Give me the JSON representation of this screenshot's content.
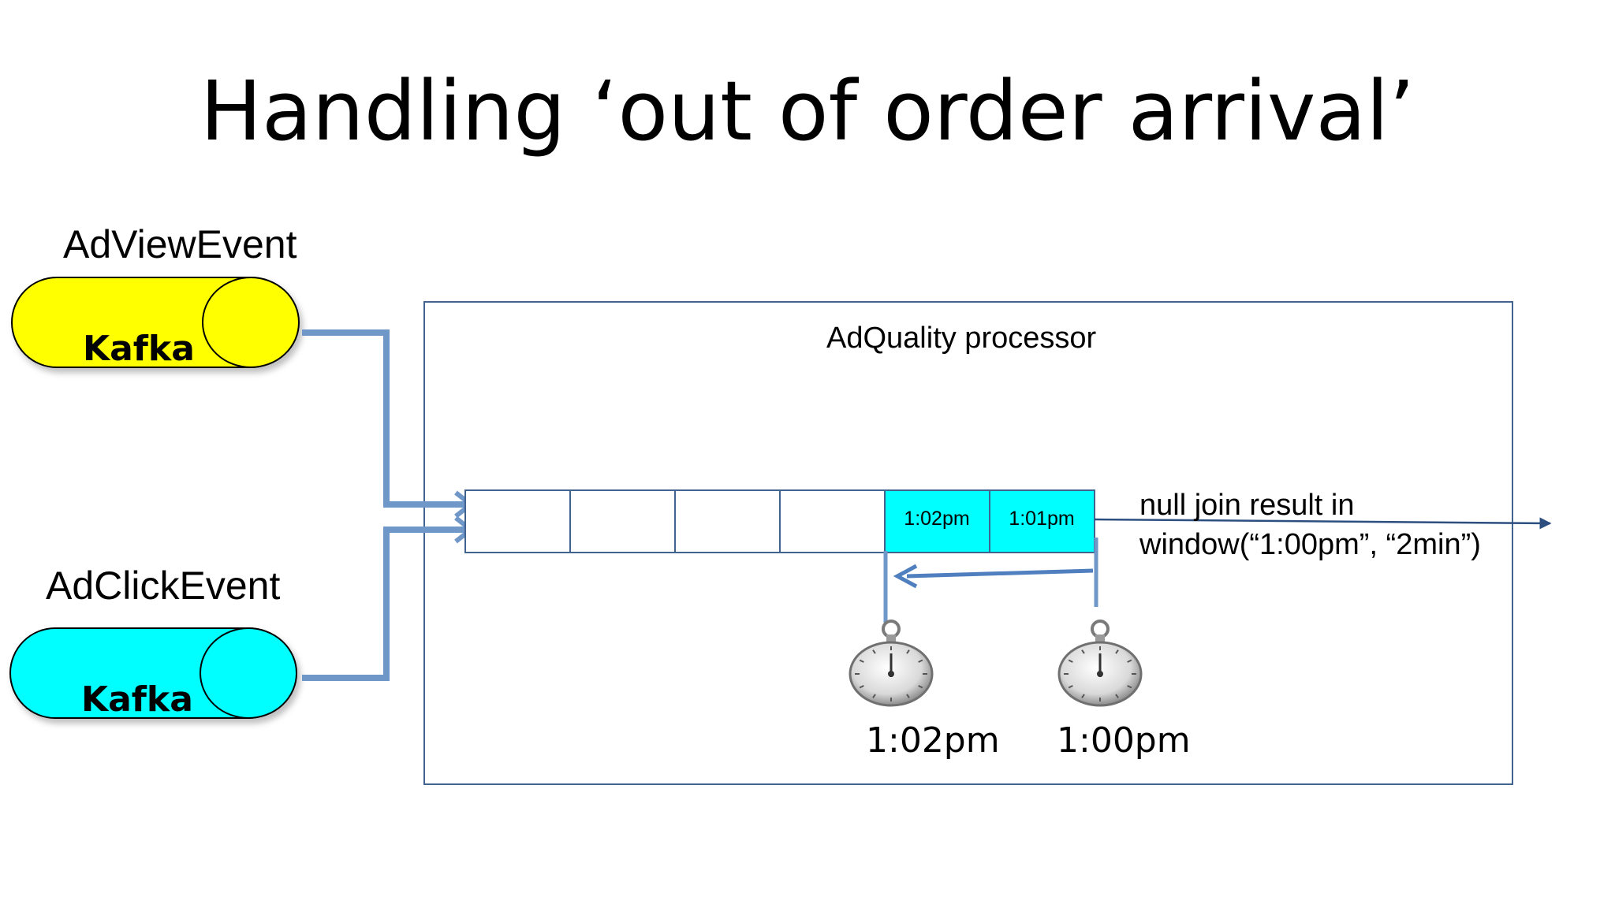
{
  "title": "Handling ‘out of order arrival’",
  "sources": [
    {
      "event": "AdViewEvent",
      "system": "Kafka",
      "color": "#ffff00"
    },
    {
      "event": "AdClickEvent",
      "system": "Kafka",
      "color": "#00ffff"
    }
  ],
  "processor": {
    "label": "AdQuality processor"
  },
  "window_cells": [
    {
      "label": "",
      "filled": false
    },
    {
      "label": "",
      "filled": false
    },
    {
      "label": "",
      "filled": false
    },
    {
      "label": "",
      "filled": false
    },
    {
      "label": "1:02pm",
      "filled": true
    },
    {
      "label": "1:01pm",
      "filled": true
    }
  ],
  "result": {
    "line1": "null join result in",
    "line2": "window(“1:00pm”, “2min”)"
  },
  "timers": [
    {
      "label": "1:02pm"
    },
    {
      "label": "1:00pm"
    }
  ],
  "colors": {
    "connector": "#6f97c8",
    "border": "#41638f",
    "arrow": "#2c4f80",
    "cell_fill": "#00ffff"
  }
}
